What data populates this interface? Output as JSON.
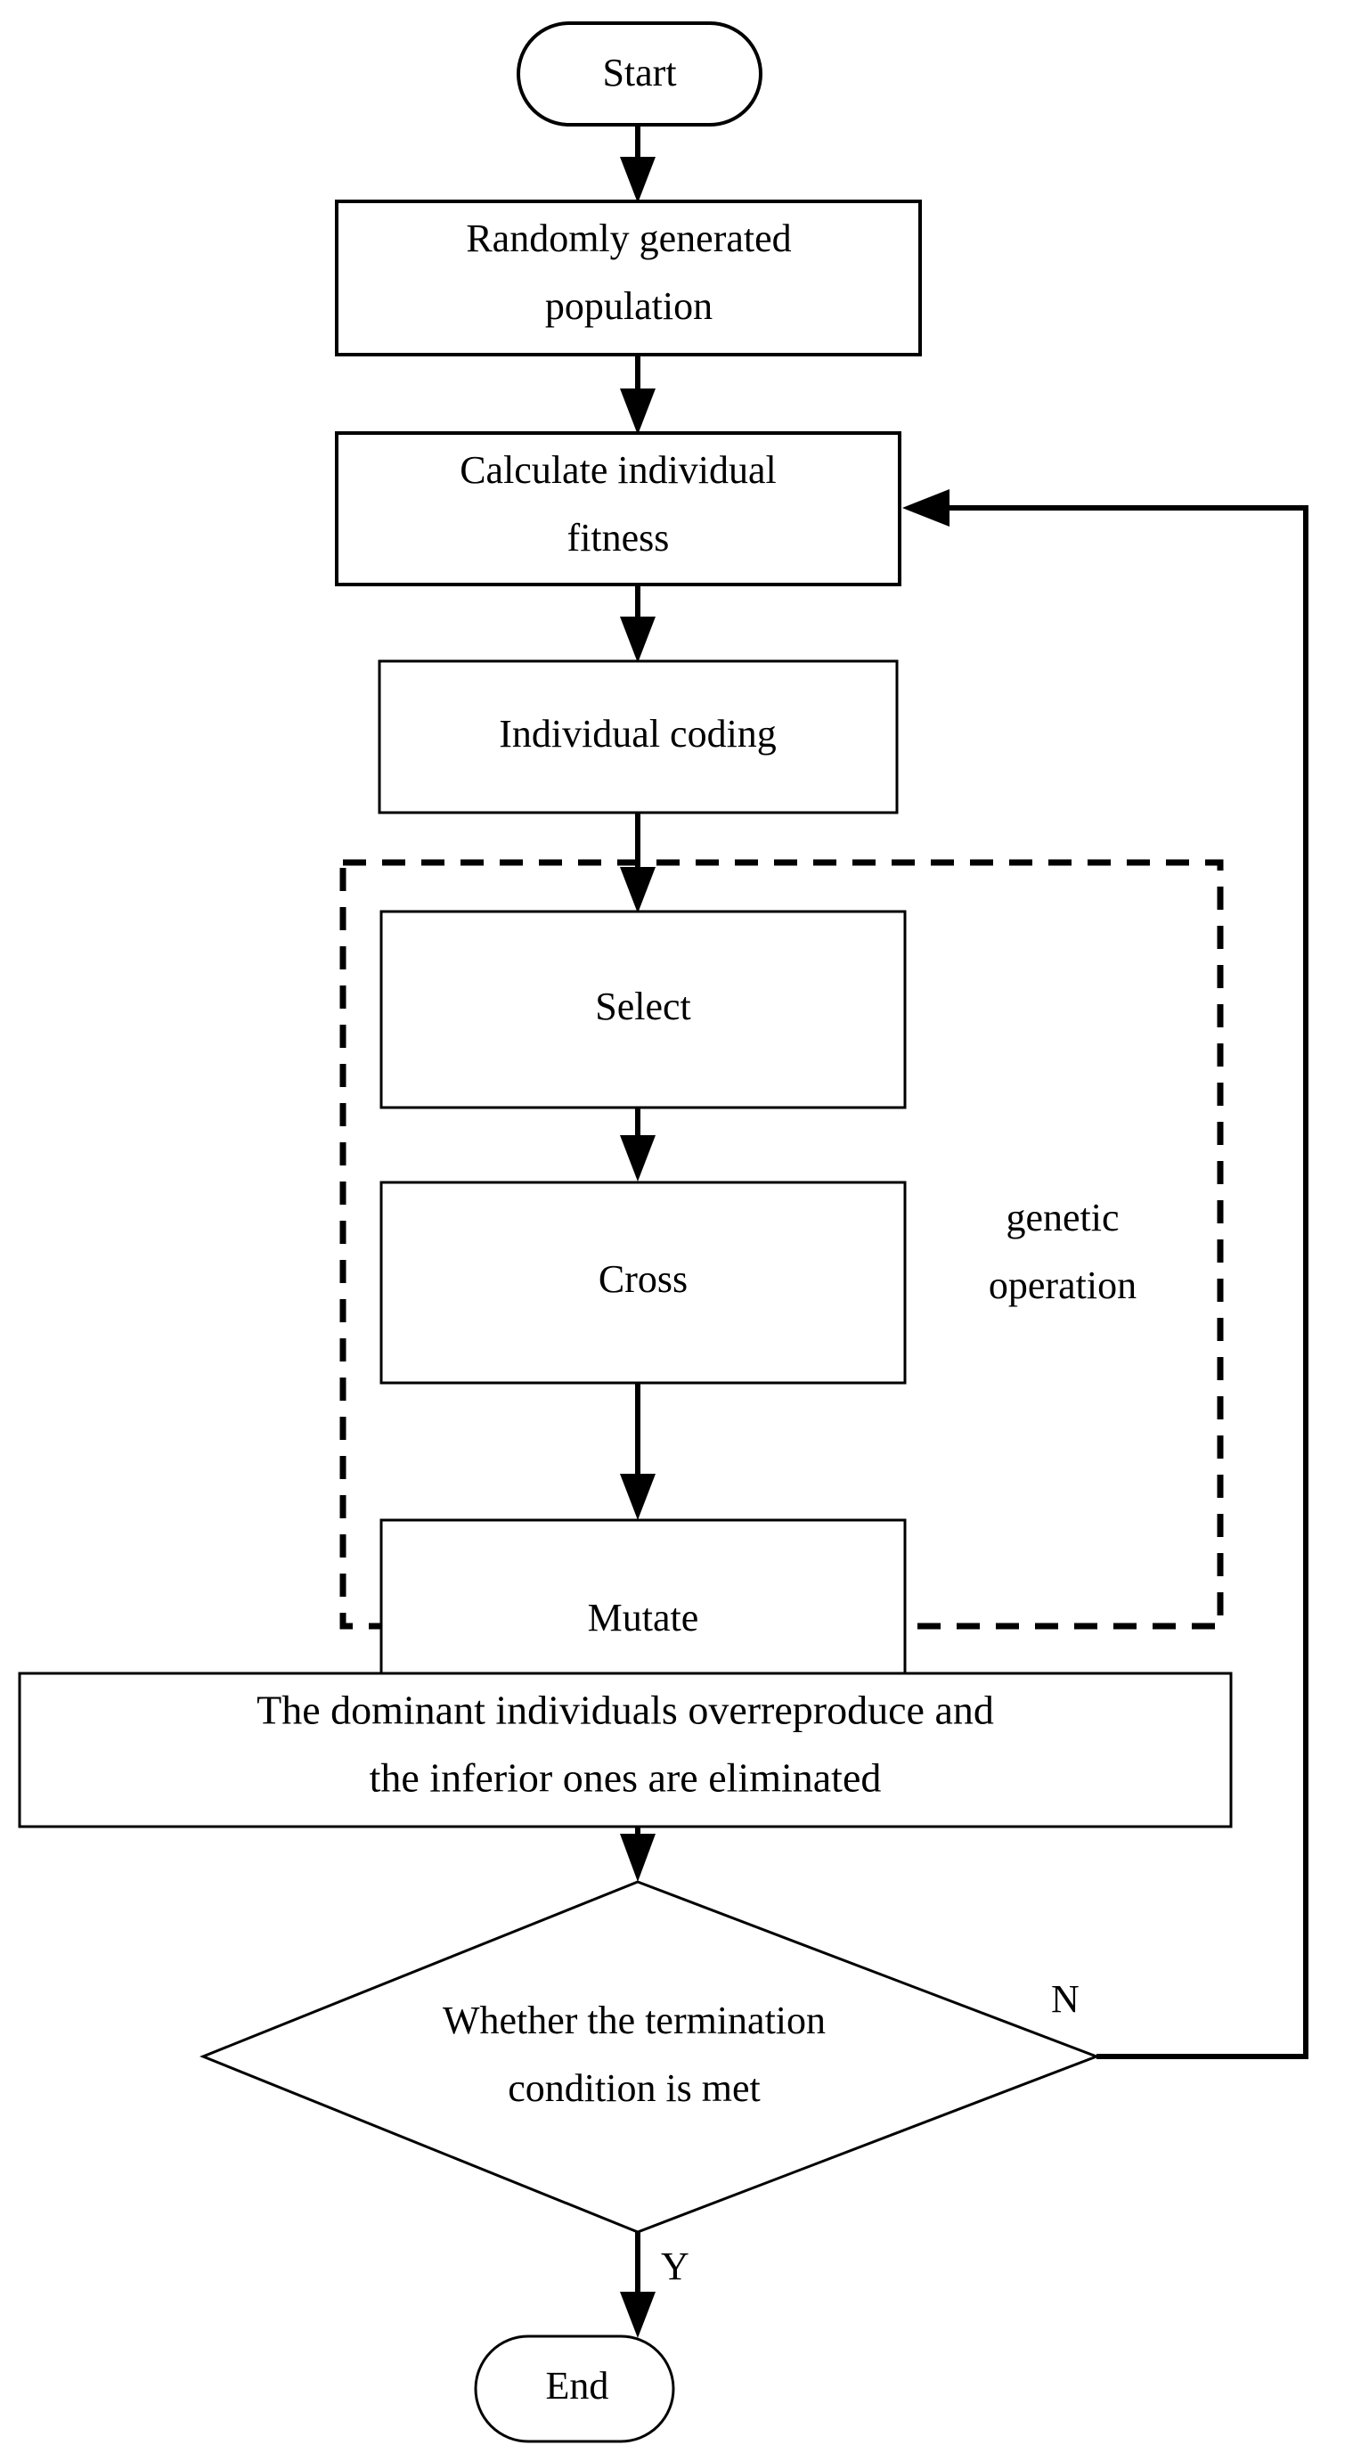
{
  "diagram": {
    "title": "Genetic algorithm flowchart",
    "type": "flowchart",
    "colors": {
      "background": "#ffffff",
      "stroke": "#000000",
      "fill": "#ffffff"
    },
    "nodes": {
      "start": {
        "label": "Start",
        "shape": "terminator"
      },
      "random_population": {
        "line1": "Randomly generated",
        "line2": "population",
        "shape": "process"
      },
      "calculate_fitness": {
        "line1": "Calculate individual",
        "line2": "fitness",
        "shape": "process"
      },
      "individual_coding": {
        "label": "Individual coding",
        "shape": "process"
      },
      "select": {
        "label": "Select",
        "shape": "process"
      },
      "cross": {
        "label": "Cross",
        "shape": "process"
      },
      "mutate": {
        "label": "Mutate",
        "shape": "process"
      },
      "overreproduce": {
        "line1": "The dominant individuals overreproduce and",
        "line2": "the inferior ones are eliminated",
        "shape": "process"
      },
      "termination_decision": {
        "line1": "Whether the termination",
        "line2": "condition is met",
        "shape": "decision"
      },
      "end": {
        "label": "End",
        "shape": "terminator"
      }
    },
    "group": {
      "genetic_operation": {
        "line1": "genetic",
        "line2": "operation",
        "style": "dashed"
      }
    },
    "edge_labels": {
      "no": "N",
      "yes": "Y"
    }
  }
}
